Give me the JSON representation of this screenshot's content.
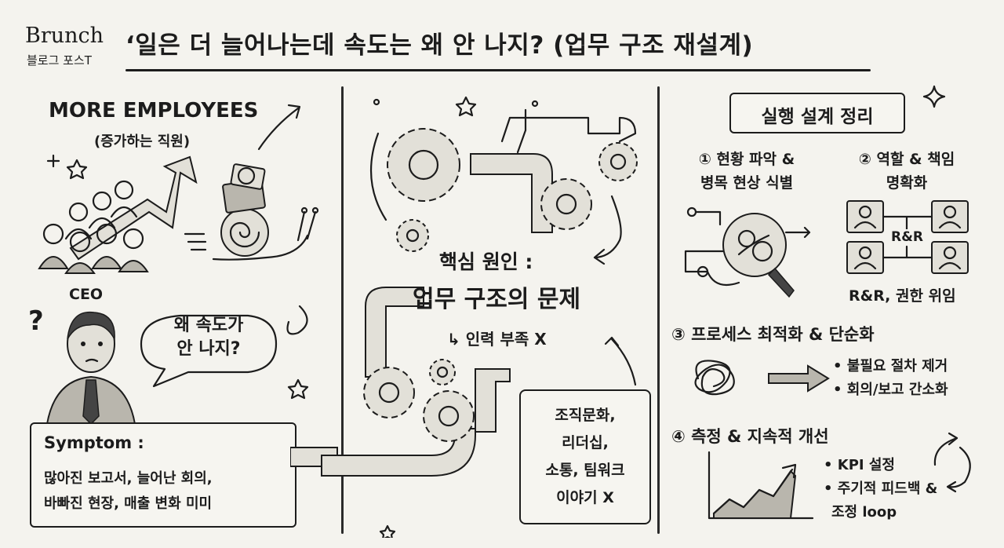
{
  "header": {
    "brand": "Brunch",
    "brand_sub": "블로그 포스T",
    "title": "‘일은 더 늘어나는데 속도는 왜 안 나지? (업무 구조 재설계)"
  },
  "left": {
    "employees_title": "MORE EMPLOYEES",
    "employees_sub": "(증가하는 직원)",
    "ceo_label": "CEO",
    "bubble_line1": "왜 속도가",
    "bubble_line2": "안 나지?",
    "symptom_title": "Symptom :",
    "symptom_line1": "많아진 보고서, 늘어난 회의,",
    "symptom_line2": "바빠진 현장, 매출 변화 미미"
  },
  "middle": {
    "cause_title": "핵심 원인 :",
    "cause_main": "업무 구조의 문제",
    "cause_sub": "↳ 인력 부족 X",
    "note_line1": "조직문화,",
    "note_line2": "리더십,",
    "note_line3": "소통, 팀워크",
    "note_line4": "이야기 X"
  },
  "right": {
    "section_title": "실행 설계 정리",
    "step1_label": "① 현황 파악 &",
    "step1_label2": "병목 현상 식별",
    "step2_label": "② 역할 & 책임",
    "step2_label2": "명확화",
    "rr_center": "R&R",
    "rr_caption": "R&R, 권한 위임",
    "step3_label": "③ 프로세스 최적화 & 단순화",
    "step3_items": [
      "• 불필요 절차 제거",
      "• 회의/보고 간소화"
    ],
    "step4_label": "④ 측정 & 지속적 개선",
    "step4_items": [
      "• KPI 설정",
      "• 주기적 피드백 &",
      "조정 loop"
    ]
  }
}
